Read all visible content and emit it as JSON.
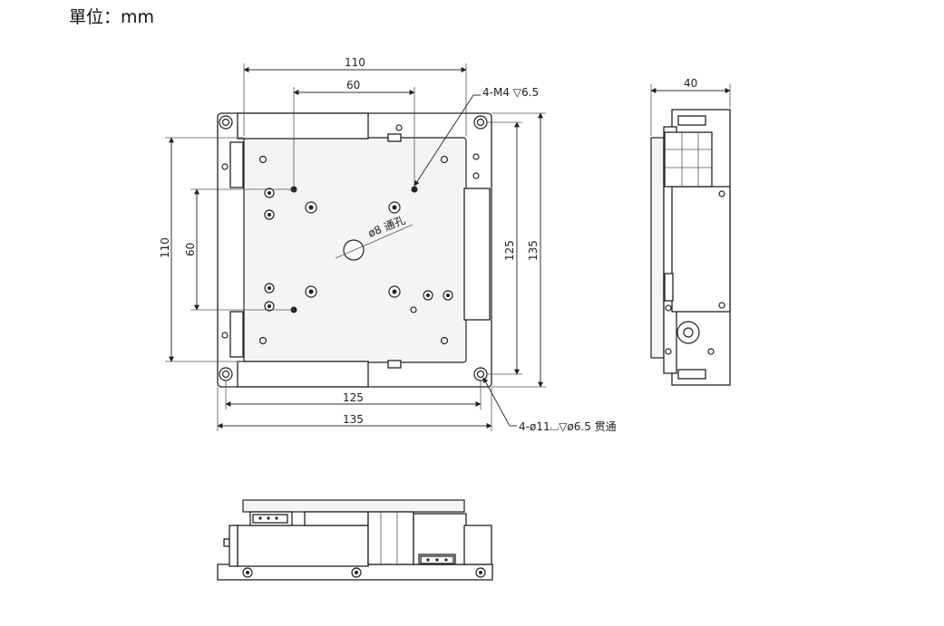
{
  "unit_label": "單位：mm",
  "top_view": {
    "dim_width_overall": "110",
    "dim_hole_spacing_x": "60",
    "dim_height_overall": "110",
    "dim_hole_spacing_y": "60",
    "dim_base_inner_w": "125",
    "dim_base_outer_w": "135",
    "dim_base_inner_h": "125",
    "dim_base_outer_h": "135",
    "center_hole_label": "ø8 通孔",
    "tap_hole_note": "4-M4 ▽6.5",
    "counterbore_note": "4-ø11⌴▽ø6.5 贯通"
  },
  "side_view": {
    "dim_thickness": "40"
  }
}
